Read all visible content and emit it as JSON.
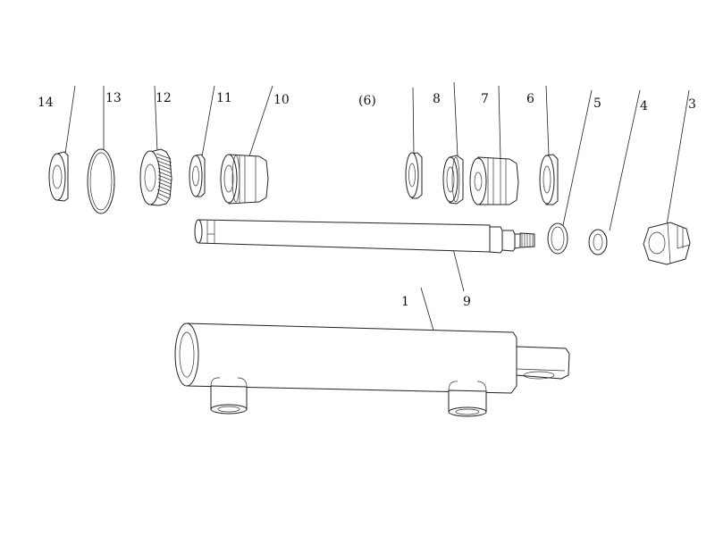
{
  "diagram": {
    "labels": {
      "p1": "1",
      "p3": "3",
      "p4": "4",
      "p5": "5",
      "p6": "6",
      "p6ref": "(6)",
      "p7": "7",
      "p8": "8",
      "p9": "9",
      "p10": "10",
      "p11": "11",
      "p12": "12",
      "p13": "13",
      "p14": "14"
    }
  }
}
